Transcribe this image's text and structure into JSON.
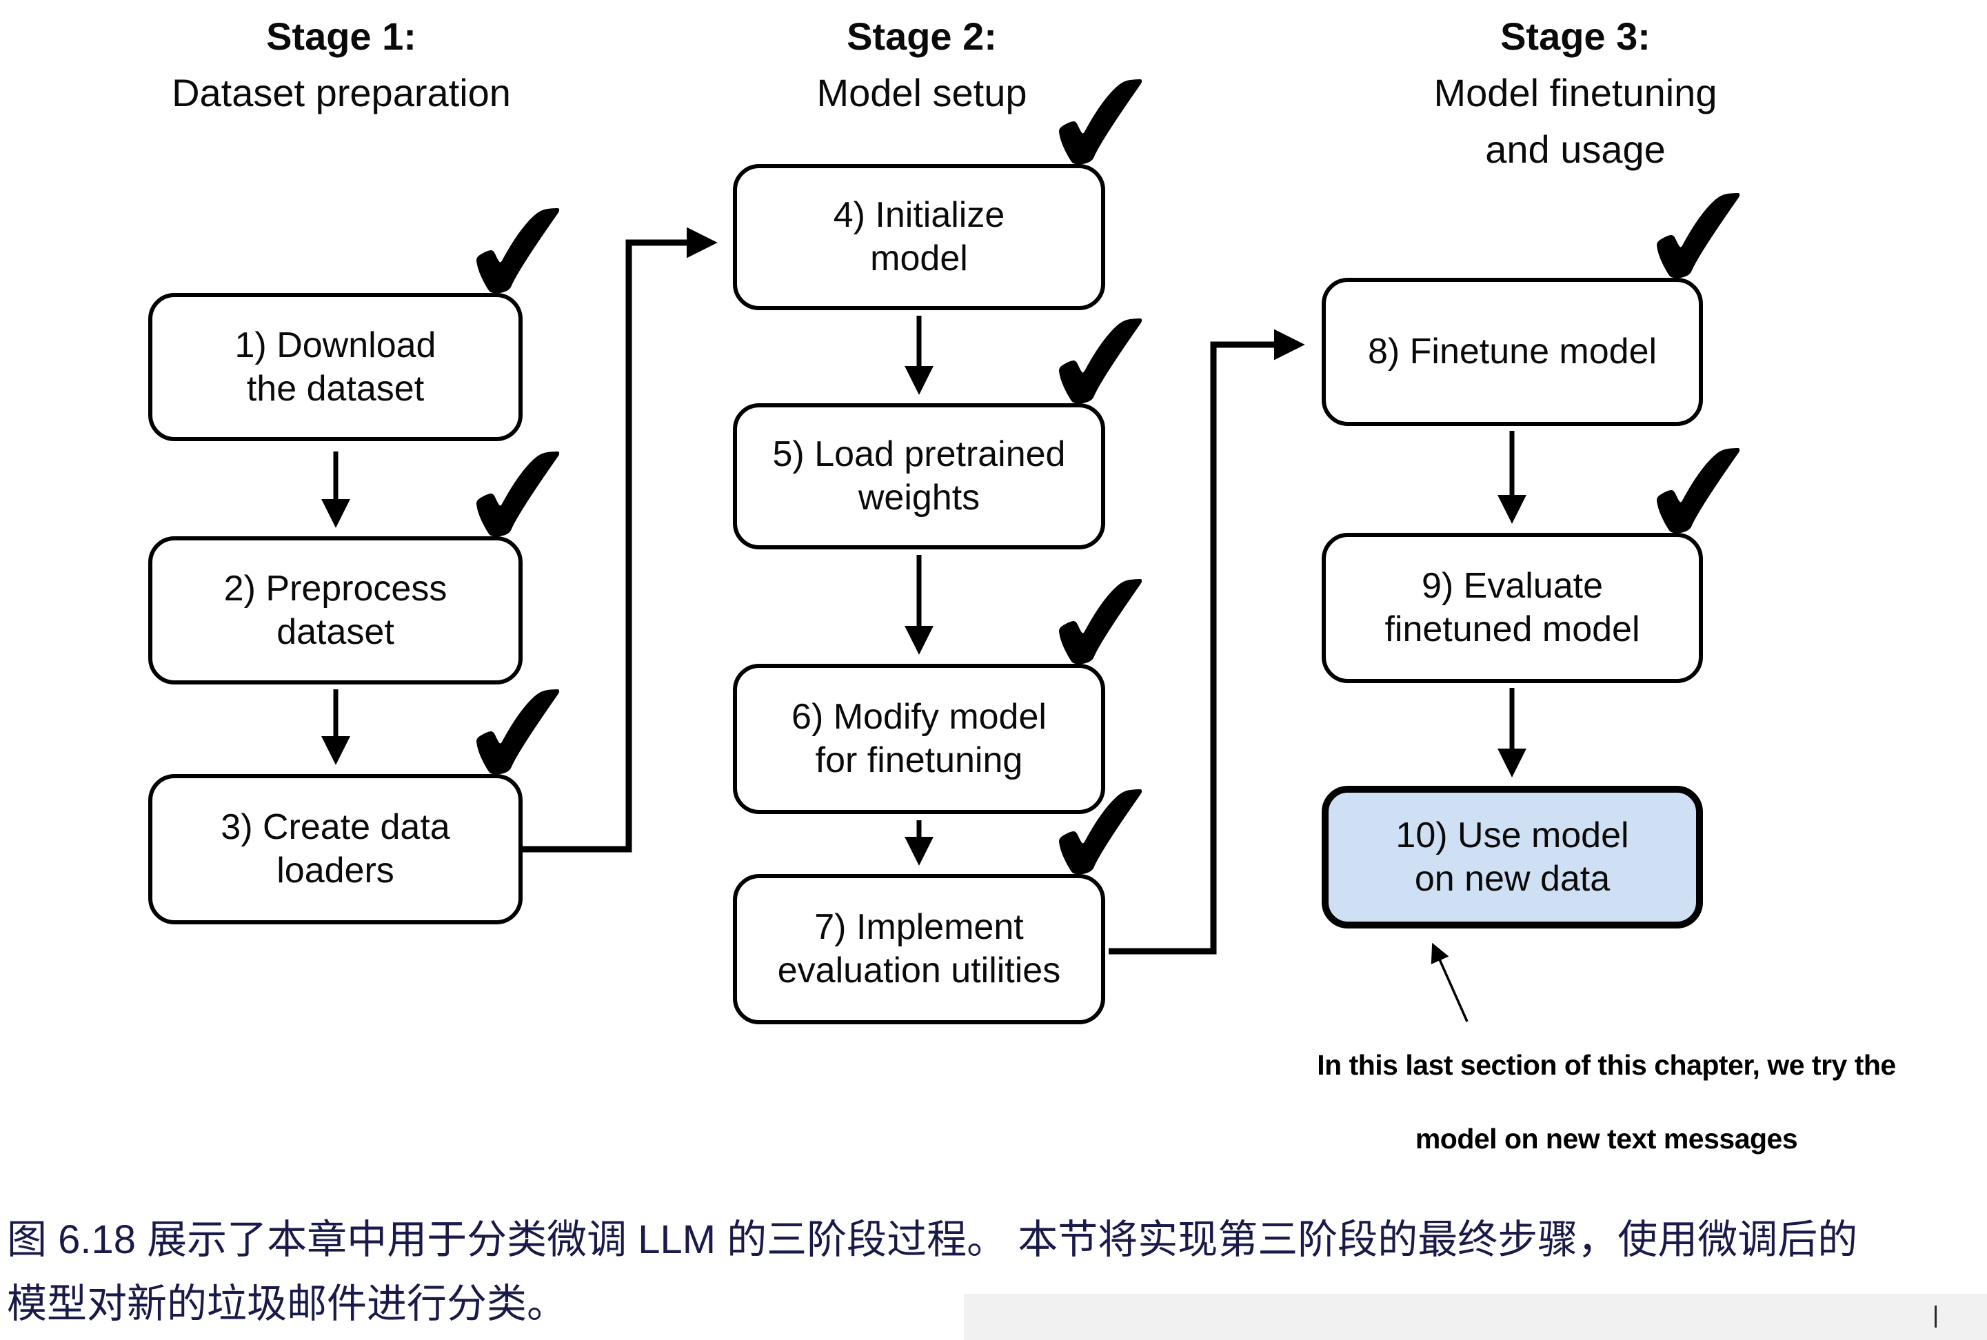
{
  "figure": {
    "stages": [
      {
        "heading": "Stage 1:",
        "lines": [
          "Dataset preparation"
        ]
      },
      {
        "heading": "Stage 2:",
        "lines": [
          "Model setup"
        ]
      },
      {
        "heading": "Stage 3:",
        "lines": [
          "Model finetuning",
          "and usage"
        ]
      }
    ],
    "steps": [
      {
        "lines": [
          "1) Download",
          "the dataset"
        ],
        "checked": true
      },
      {
        "lines": [
          "2) Preprocess",
          "dataset"
        ],
        "checked": true
      },
      {
        "lines": [
          "3) Create data",
          "loaders"
        ],
        "checked": true
      },
      {
        "lines": [
          "4) Initialize",
          "model"
        ],
        "checked": true
      },
      {
        "lines": [
          "5) Load pretrained",
          "weights"
        ],
        "checked": true
      },
      {
        "lines": [
          "6) Modify model",
          "for finetuning"
        ],
        "checked": true
      },
      {
        "lines": [
          "7) Implement",
          "evaluation utilities"
        ],
        "checked": true
      },
      {
        "lines": [
          "8) Finetune model"
        ],
        "checked": true
      },
      {
        "lines": [
          "9) Evaluate",
          "finetuned model"
        ],
        "checked": true
      },
      {
        "lines": [
          "10) Use model",
          "on new data"
        ],
        "checked": false,
        "highlighted": true
      }
    ],
    "annotation": {
      "lines": [
        "In this last section of this chapter, we try the",
        "model on new text messages"
      ]
    },
    "icons": {
      "check": "✔"
    }
  },
  "caption": {
    "lines": [
      "图 6.18 展示了本章中用于分类微调 LLM 的三阶段过程。 本节将实现第三阶段的最终步骤，使用微调后的",
      "模型对新的垃圾邮件进行分类。"
    ]
  },
  "colors": {
    "highlight-fill": "#cfe0f4",
    "box-fill": "#ffffff",
    "stroke": "#000000",
    "caption-text": "#1a1a4a"
  }
}
